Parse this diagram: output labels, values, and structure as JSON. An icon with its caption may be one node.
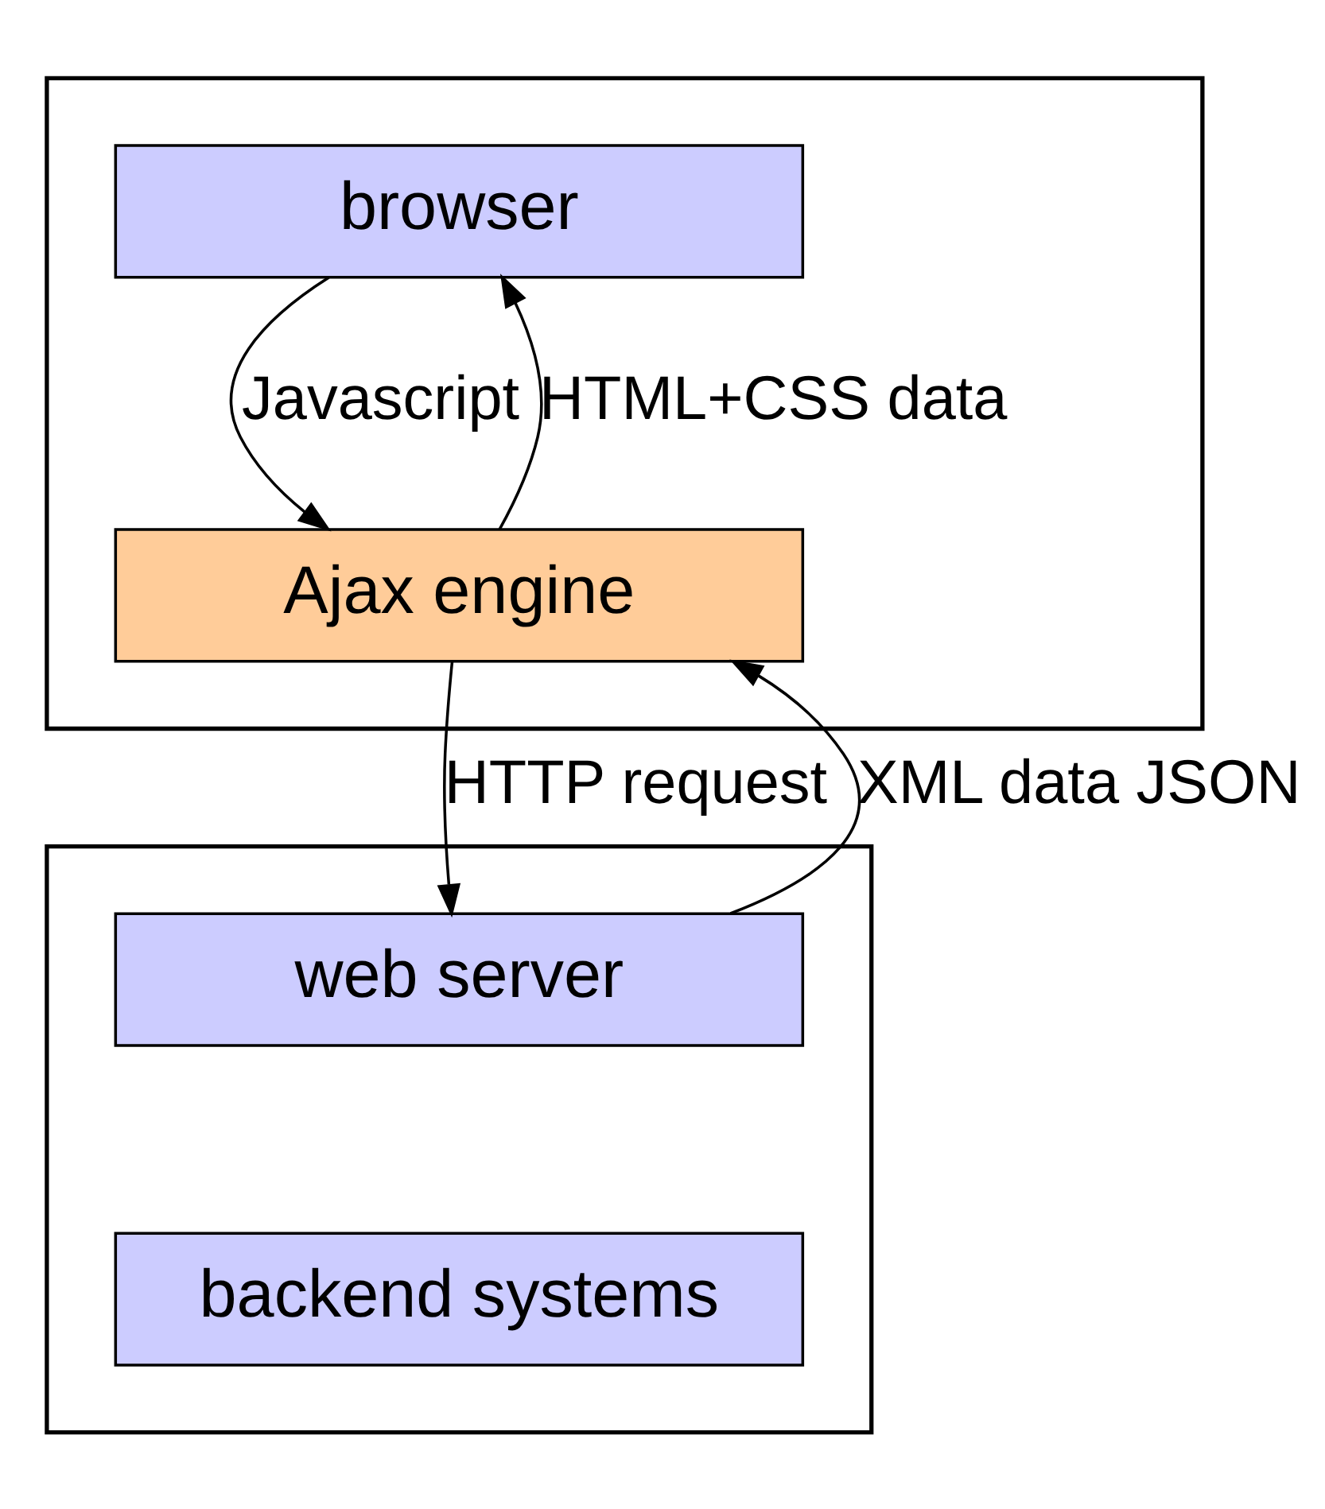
{
  "diagram": {
    "nodes": [
      {
        "text": [],
        "shape": "box"
      },
      {
        "text": [
          "browser"
        ],
        "in": 0
      },
      {
        "text": [
          "Ajax engine"
        ],
        "in": 0
      },
      {
        "text": [],
        "shape": "box"
      },
      {
        "text": [
          "web server"
        ],
        "in": 3
      },
      {
        "text": [
          "backend systems"
        ],
        "in": 3
      }
    ],
    "edges": [
      {
        "from": 1,
        "to": 2,
        "arrow": "to",
        "label": "Javascript"
      },
      {
        "from": 2,
        "to": 1,
        "arrow": "to",
        "label": "HTML+CSS data"
      },
      {
        "from": 2,
        "to": 4,
        "arrow": "to",
        "label": "HTTP request"
      },
      {
        "from": 4,
        "to": 2,
        "arrow": "to",
        "label": "XML data JSON"
      }
    ]
  }
}
